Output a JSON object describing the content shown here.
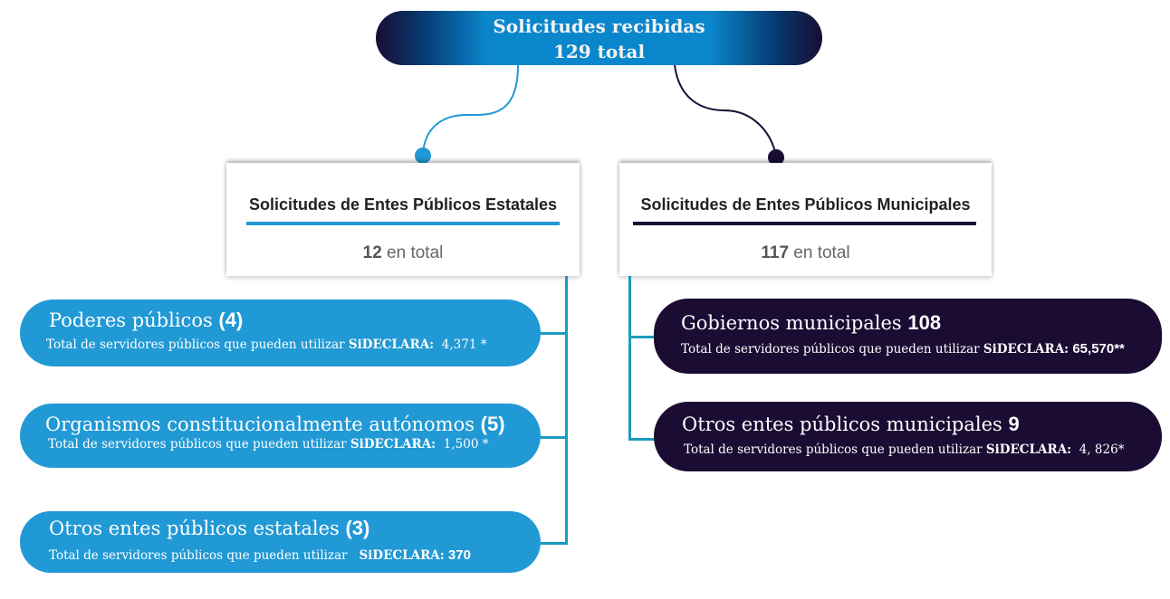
{
  "header": {
    "title": "Solicitudes recibidas",
    "total": "129 total"
  },
  "colors": {
    "blue": "#2199d5",
    "dark": "#1b0c33",
    "connector": "#1a9bbd"
  },
  "state": {
    "title": "Solicitudes de Entes Públicos Estatales",
    "count": "12",
    "count_suffix": " en total",
    "items": [
      {
        "name": "Poderes públicos ",
        "count": "(4)",
        "label": "Total de servidores públicos que pueden utilizar ",
        "brand": "SiDECLARA:",
        "value": "  4,371 *"
      },
      {
        "name": "Organismos constitucionalmente autónomos ",
        "count": "(5)",
        "label": "Total de servidores públicos que pueden utilizar ",
        "brand": "SiDECLARA:",
        "value": "  1,500 *"
      },
      {
        "name": "Otros entes públicos estatales ",
        "count": "(3)",
        "label": "Total de servidores públicos que pueden utilizar   ",
        "brand": "SiDECLARA:",
        "value": " 370"
      }
    ]
  },
  "municipal": {
    "title": "Solicitudes de Entes Públicos Municipales",
    "count": "117",
    "count_suffix": " en total",
    "items": [
      {
        "name": "Gobiernos municipales ",
        "count": "108",
        "label": "Total de servidores públicos que pueden utilizar ",
        "brand": "SiDECLARA:",
        "value": " 65,570**"
      },
      {
        "name": "Otros entes públicos municipales ",
        "count": "9",
        "label": "Total de servidores públicos que pueden utilizar ",
        "brand": "SiDECLARA:",
        "value": "  4, 826*"
      }
    ]
  }
}
